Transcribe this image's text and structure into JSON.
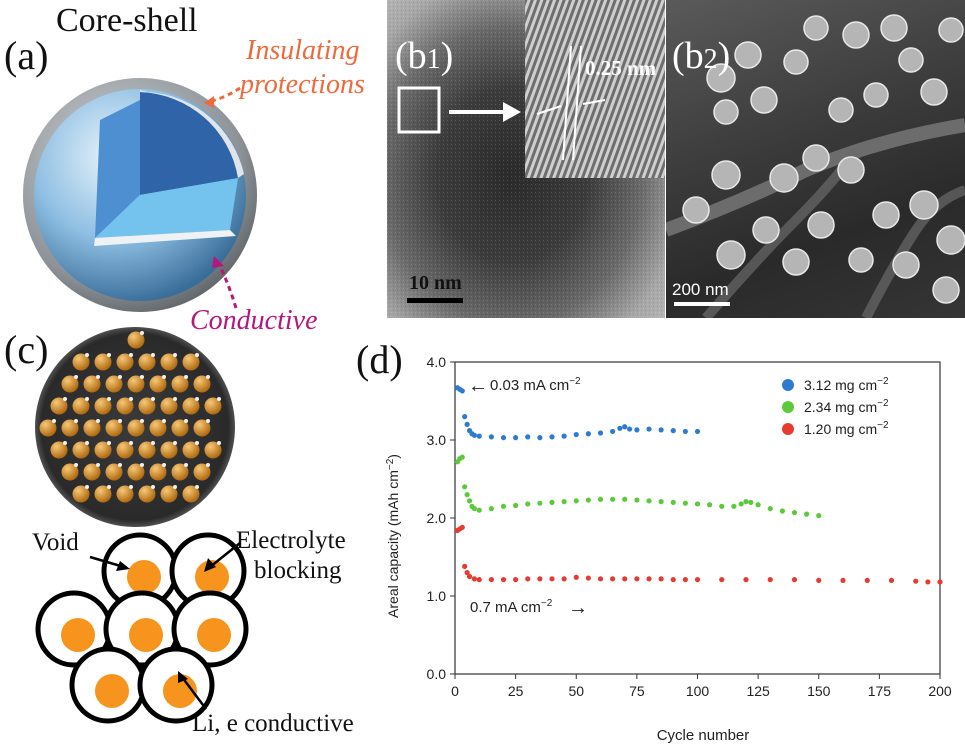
{
  "panel_a": {
    "label": "(a)",
    "title": "Core-shell",
    "insulating_line1": "Insulating",
    "insulating_line2": "protections",
    "conductive": "Conductive",
    "colors": {
      "insulating": "#ee6a3c",
      "conductive": "#b5177a"
    }
  },
  "panel_b1": {
    "label": "(b1)",
    "label_base": "(b",
    "label_sub": "1",
    "label_close": ")",
    "lattice": "0.25 nm",
    "scale": "10 nm"
  },
  "panel_b2": {
    "label_base": "(b",
    "label_sub": "2",
    "label_close": ")",
    "scale": "200 nm"
  },
  "panel_c": {
    "label": "(c)",
    "void": "Void",
    "electrolyte_line1": "Electrolyte",
    "electrolyte_line2": "blocking",
    "conductive": "Li, e conductive"
  },
  "panel_d": {
    "label": "(d)",
    "annotation_top": "0.03 mA cm",
    "annotation_top_sup": "−2",
    "annotation_bottom": "0.7 mA cm",
    "annotation_bottom_sup": "−2",
    "arrow_right": "→",
    "arrow_left": "←"
  },
  "chart_data": {
    "type": "scatter",
    "title": "",
    "xlabel": "Cycle number",
    "ylabel": "Areal capacity (mAh cm",
    "ylabel_sup": "−2",
    "ylabel_close": ")",
    "xlim": [
      0,
      200
    ],
    "ylim": [
      0,
      4
    ],
    "xticks": [
      "0",
      "25",
      "50",
      "75",
      "100",
      "125",
      "150",
      "175",
      "200"
    ],
    "yticks": [
      "0.0",
      "1.0",
      "2.0",
      "3.0",
      "4.0"
    ],
    "legend_position": "top-right",
    "series": [
      {
        "name": "3.12 mg cm",
        "name_sup": "−2",
        "color": "#2c7bd0",
        "x": [
          1,
          2,
          3,
          4,
          5,
          6,
          7,
          8,
          10,
          15,
          20,
          25,
          30,
          35,
          40,
          45,
          50,
          55,
          60,
          65,
          68,
          70,
          72,
          75,
          80,
          85,
          90,
          95,
          100
        ],
        "y": [
          3.67,
          3.65,
          3.63,
          3.3,
          3.2,
          3.12,
          3.08,
          3.06,
          3.05,
          3.04,
          3.03,
          3.03,
          3.04,
          3.03,
          3.04,
          3.05,
          3.07,
          3.08,
          3.09,
          3.11,
          3.15,
          3.17,
          3.14,
          3.13,
          3.14,
          3.13,
          3.12,
          3.11,
          3.11
        ]
      },
      {
        "name": "2.34 mg cm",
        "name_sup": "−2",
        "color": "#5cc93a",
        "x": [
          1,
          2,
          3,
          4,
          5,
          6,
          7,
          8,
          10,
          15,
          20,
          25,
          30,
          35,
          40,
          45,
          50,
          55,
          60,
          65,
          70,
          75,
          80,
          85,
          90,
          95,
          100,
          105,
          110,
          115,
          118,
          120,
          122,
          125,
          130,
          135,
          140,
          145,
          150
        ],
        "y": [
          2.72,
          2.76,
          2.78,
          2.4,
          2.3,
          2.22,
          2.15,
          2.12,
          2.1,
          2.12,
          2.15,
          2.16,
          2.18,
          2.19,
          2.2,
          2.21,
          2.22,
          2.23,
          2.24,
          2.24,
          2.24,
          2.23,
          2.22,
          2.21,
          2.2,
          2.19,
          2.18,
          2.17,
          2.15,
          2.15,
          2.18,
          2.21,
          2.2,
          2.17,
          2.12,
          2.09,
          2.07,
          2.05,
          2.03
        ]
      },
      {
        "name": "1.20 mg cm",
        "name_sup": "−2",
        "color": "#e63b2e",
        "x": [
          1,
          2,
          3,
          4,
          5,
          6,
          8,
          10,
          15,
          20,
          25,
          30,
          35,
          40,
          45,
          50,
          55,
          60,
          65,
          70,
          75,
          80,
          85,
          90,
          95,
          100,
          110,
          120,
          130,
          140,
          150,
          160,
          170,
          180,
          190,
          195,
          200
        ],
        "y": [
          1.84,
          1.86,
          1.88,
          1.38,
          1.3,
          1.25,
          1.22,
          1.21,
          1.21,
          1.21,
          1.21,
          1.22,
          1.22,
          1.22,
          1.22,
          1.24,
          1.23,
          1.22,
          1.22,
          1.22,
          1.22,
          1.22,
          1.22,
          1.21,
          1.21,
          1.21,
          1.21,
          1.21,
          1.21,
          1.21,
          1.2,
          1.2,
          1.2,
          1.2,
          1.19,
          1.18,
          1.18
        ]
      }
    ]
  }
}
